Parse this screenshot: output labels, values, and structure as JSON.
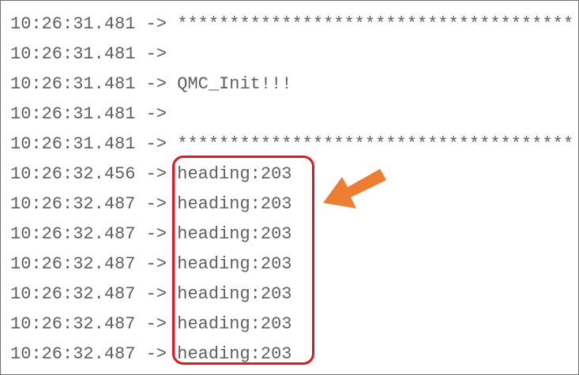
{
  "colors": {
    "text": "#5f5f5f",
    "border": "#707070",
    "highlight_box": "#e8151c",
    "arrow": "#ed7d31"
  },
  "icons": {
    "arrow": "arrow-pointing-left-down"
  },
  "log": {
    "lines": [
      {
        "time": "10:26:31.481",
        "sep": "->",
        "message": "**************************************"
      },
      {
        "time": "10:26:31.481",
        "sep": "->",
        "message": ""
      },
      {
        "time": "10:26:31.481",
        "sep": "->",
        "message": "QMC_Init!!!"
      },
      {
        "time": "10:26:31.481",
        "sep": "->",
        "message": ""
      },
      {
        "time": "10:26:31.481",
        "sep": "->",
        "message": "**************************************"
      },
      {
        "time": "10:26:32.456",
        "sep": "->",
        "message": "heading:203"
      },
      {
        "time": "10:26:32.487",
        "sep": "->",
        "message": "heading:203"
      },
      {
        "time": "10:26:32.487",
        "sep": "->",
        "message": "heading:203"
      },
      {
        "time": "10:26:32.487",
        "sep": "->",
        "message": "heading:203"
      },
      {
        "time": "10:26:32.487",
        "sep": "->",
        "message": "heading:203"
      },
      {
        "time": "10:26:32.487",
        "sep": "->",
        "message": "heading:203"
      },
      {
        "time": "10:26:32.487",
        "sep": "->",
        "message": "heading:203"
      }
    ]
  }
}
